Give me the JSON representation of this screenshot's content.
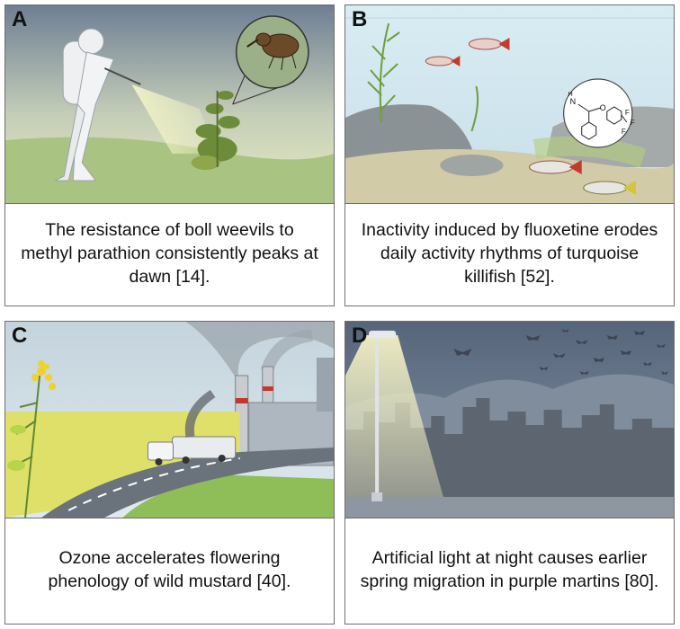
{
  "panels": [
    {
      "letter": "A",
      "caption": "The resistance of boll weevils to methyl parathion consistently peaks at dawn [14]."
    },
    {
      "letter": "B",
      "caption": "Inactivity induced by fluoxetine erodes daily activity rhythms of turquoise killifish [52]."
    },
    {
      "letter": "C",
      "caption": "Ozone accelerates flowering phenology of wild mustard [40]."
    },
    {
      "letter": "D",
      "caption": "Artificial light at night causes earlier spring migration in purple martins [80]."
    }
  ],
  "molecule_labels": {
    "amine": "H",
    "amine_n": "N",
    "oxygen": "O",
    "fluorine": "F"
  },
  "colors": {
    "frame": "#6e6e6e",
    "sky_a": "#b8c6d2",
    "sky_b": "#d3e6f0",
    "grass": "#a8c97e",
    "field": "#e3e25a",
    "night": "#5f6e80"
  }
}
